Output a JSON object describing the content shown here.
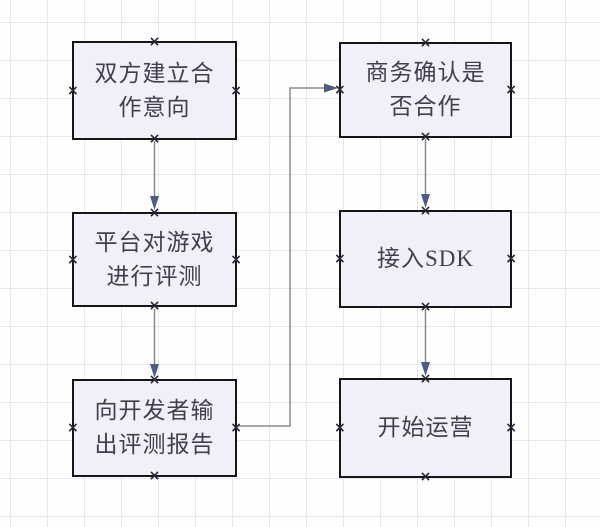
{
  "diagram": {
    "type": "flowchart",
    "nodes": [
      {
        "id": "n1",
        "label": "双方建立合作意向"
      },
      {
        "id": "n2",
        "label": "平台对游戏进行评测"
      },
      {
        "id": "n3",
        "label": "向开发者输出评测报告"
      },
      {
        "id": "n4",
        "label": "商务确认是否合作"
      },
      {
        "id": "n5",
        "label": "接入SDK"
      },
      {
        "id": "n6",
        "label": "开始运营"
      }
    ],
    "edges": [
      {
        "from": "n1",
        "to": "n2",
        "route": "straight-down"
      },
      {
        "from": "n2",
        "to": "n3",
        "route": "straight-down"
      },
      {
        "from": "n3",
        "to": "n4",
        "route": "elbow-right-up-right"
      },
      {
        "from": "n4",
        "to": "n5",
        "route": "straight-down"
      },
      {
        "from": "n5",
        "to": "n6",
        "route": "straight-down"
      }
    ],
    "icons": {
      "connection_point_glyph": "×"
    },
    "colors": {
      "node_fill": "#f1f0f8",
      "node_border": "#161616",
      "label_text": "#3f3f50",
      "connector_line": "#8a8a8a",
      "arrowhead": "#4e5c82",
      "connection_point": "#26263a",
      "grid_line": "#e7e7ef",
      "background": "#fefefe"
    }
  }
}
